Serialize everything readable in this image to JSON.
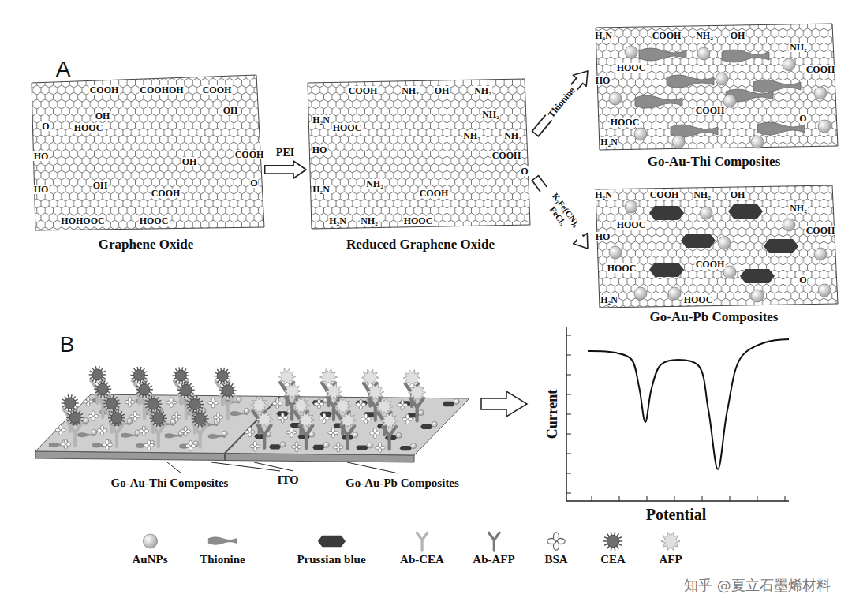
{
  "diagram": {
    "nodes": [
      {
        "text": [
          "Graphene Oxide"
        ]
      },
      {
        "text": [
          "Reduced Graphene Oxide"
        ]
      },
      {
        "text": [
          "Go-Au-Thi Composites"
        ]
      },
      {
        "text": [
          "Go-Au-Pb Composites"
        ]
      }
    ],
    "edges": [
      {
        "from": 0,
        "to": 1,
        "label": "PEI",
        "arrow": "to"
      },
      {
        "from": 1,
        "to": 2,
        "label": "Thionine",
        "arrow": "to"
      },
      {
        "from": 1,
        "to": 3,
        "label": "K₃Fe(CN)₆ FeCl₃",
        "arrow": "to"
      }
    ],
    "labels": [
      "A",
      "COOH",
      "COOHOH",
      "COOH",
      "O",
      "OH",
      "HOOC",
      "OH",
      "COOH",
      "O",
      "HO",
      "OH",
      "HO",
      "OH",
      "COOH",
      "HOHOOC",
      "HOOC",
      "COOH",
      "NH₂",
      "OH",
      "NH₂",
      "H₂N",
      "NH₂",
      "HOOC",
      "NH₂",
      "NH₂",
      "COOH",
      "HO",
      "O",
      "H₂N",
      "NH₂",
      "COOH",
      "H₂N",
      "NH₂",
      "HOOC",
      "H₂N",
      "COOH",
      "NH₂",
      "OH",
      "NH₂",
      "HOOC",
      "COOH",
      "HO",
      "HOOC",
      "COOH",
      "O",
      "H₂N",
      "H₂N",
      "COOH",
      "NH₂",
      "OH",
      "NH₂",
      "HOOC",
      "COOH",
      "HO",
      "HOOC",
      "COOH",
      "O",
      "H₂N",
      "HOOC",
      "B",
      "Go-Au-Thi Composites",
      "ITO",
      "Go-Au-Pb Composites",
      "Current",
      "Potential",
      "知乎 @夏立石墨烯材料"
    ],
    "legend": [
      {
        "text": "AuNPs"
      },
      {
        "text": "Thionine"
      },
      {
        "text": "Prussian blue"
      },
      {
        "text": "Ab-CEA"
      },
      {
        "text": "Ab-AFP"
      },
      {
        "text": "BSA"
      },
      {
        "text": "CEA"
      },
      {
        "text": "AFP"
      }
    ]
  }
}
